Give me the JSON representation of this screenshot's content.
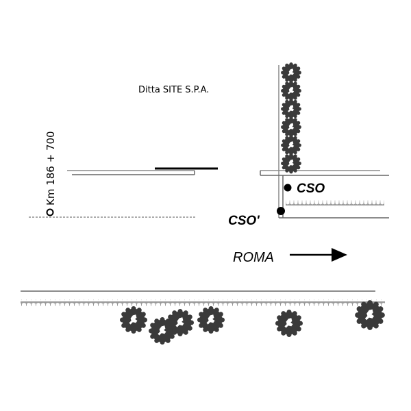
{
  "diagram": {
    "title": "Ditta SITE S.P.A.",
    "chainage_label": "Km 186 + 700",
    "points": [
      {
        "id": "cso",
        "label": "CSO"
      },
      {
        "id": "cso_prime",
        "label": "CSO'"
      }
    ],
    "direction": {
      "label": "ROMA",
      "icon": "arrow-right-icon"
    },
    "trees": {
      "vertical_column_count": 6,
      "bottom_row_count": 7
    },
    "colors": {
      "tree": "#3a3a3a",
      "road_line": "#808080",
      "road_line_dark": "#555555",
      "barrier": "#000000",
      "hedge": "#9a9a9a",
      "text": "#000000"
    }
  }
}
